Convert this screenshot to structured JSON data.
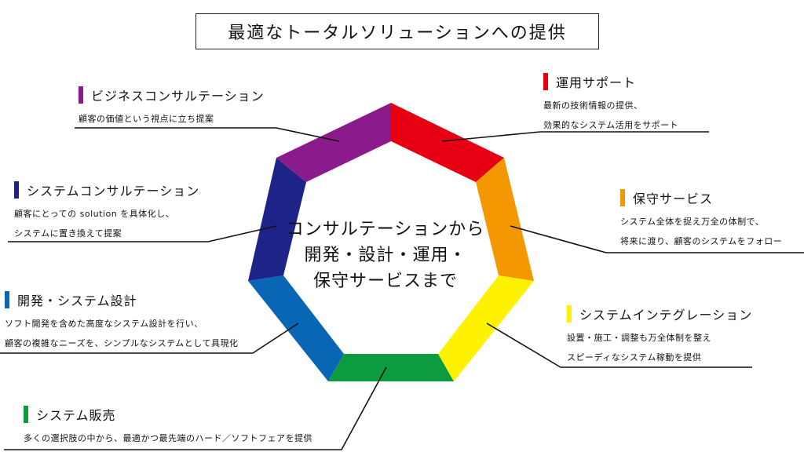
{
  "title": "最適なトータルソリューションへの提供",
  "center": {
    "line1": "コンサルテーションから",
    "line2": "開発・設計・運用・",
    "line3": "保守サービスまで"
  },
  "sections": {
    "business": {
      "title": "ビジネスコンサルテーション",
      "lines": [
        "顧客の価値という視点に立ち提案"
      ],
      "color": "#8b1a8c"
    },
    "system_consult": {
      "title": "システムコンサルテーション",
      "lines": [
        "顧客にとっての solution を具体化し、",
        "システムに置き換えて提案"
      ],
      "color": "#1e2387"
    },
    "dev": {
      "title": "開発・システム設計",
      "lines": [
        "ソフト開発を含めた高度なシステム設計を行い、",
        "顧客の複雑なニーズを、シンプルなシステムとして具現化"
      ],
      "color": "#0866b5"
    },
    "sales": {
      "title": "システム販売",
      "lines": [
        "多くの選択肢の中から、最適かつ最先端のハード／ソフトフェアを提供"
      ],
      "color": "#0c9c3e"
    },
    "integration": {
      "title": "システムインテグレーション",
      "lines": [
        "設置・施工・調整も万全体制を整え",
        "スピーディなシステム稼動を提供"
      ],
      "color": "#fef200"
    },
    "maintenance": {
      "title": "保守サービス",
      "lines": [
        "システム全体を捉え万全の体制で、",
        "将来に渡り、顧客のシステムをフォロー"
      ],
      "color": "#f39800"
    },
    "operation": {
      "title": "運用サポート",
      "lines": [
        "最新の技術情報の提供、",
        "効果的なシステム活用をサポート"
      ],
      "color": "#e60012"
    }
  }
}
